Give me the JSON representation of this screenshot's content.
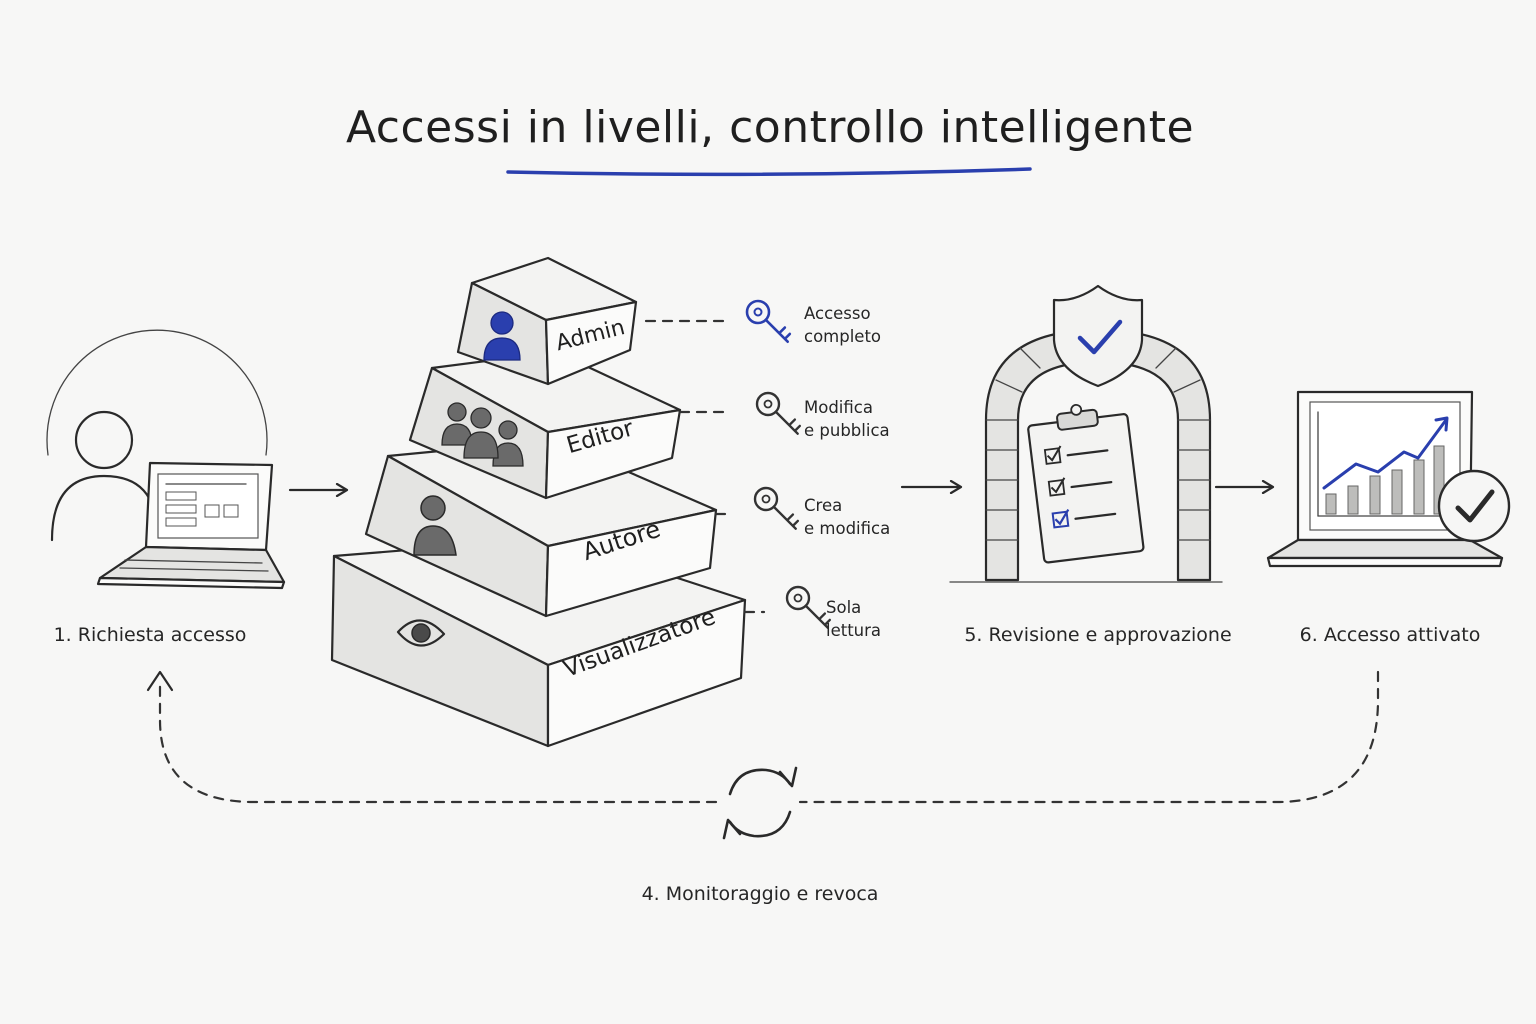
{
  "title": "Accessi in livelli, controllo intelligente",
  "colors": {
    "accent": "#2a3fae",
    "ink": "#2a2a2a",
    "background": "#f7f7f6"
  },
  "steps": {
    "request": {
      "label": "1. Richiesta accesso",
      "icon": "user-laptop-icon"
    },
    "monitor": {
      "label": "4. Monitoraggio e revoca",
      "icon": "refresh-cycle-icon"
    },
    "review": {
      "label": "5. Revisione e approvazione",
      "icon": "shield-gate-checklist-icon"
    },
    "activated": {
      "label": "6. Accesso attivato",
      "icon": "laptop-chart-check-icon"
    }
  },
  "tiers": [
    {
      "name": "Admin",
      "icon": "user-icon",
      "key_line1": "Accesso",
      "key_line2": "completo"
    },
    {
      "name": "Editor",
      "icon": "group-icon",
      "key_line1": "Modifica",
      "key_line2": "e pubblica"
    },
    {
      "name": "Autore",
      "icon": "user-icon",
      "key_line1": "Crea",
      "key_line2": "e modifica"
    },
    {
      "name": "Visualizzatore",
      "icon": "eye-icon",
      "key_line1": "Sola",
      "key_line2": "lettura"
    }
  ]
}
